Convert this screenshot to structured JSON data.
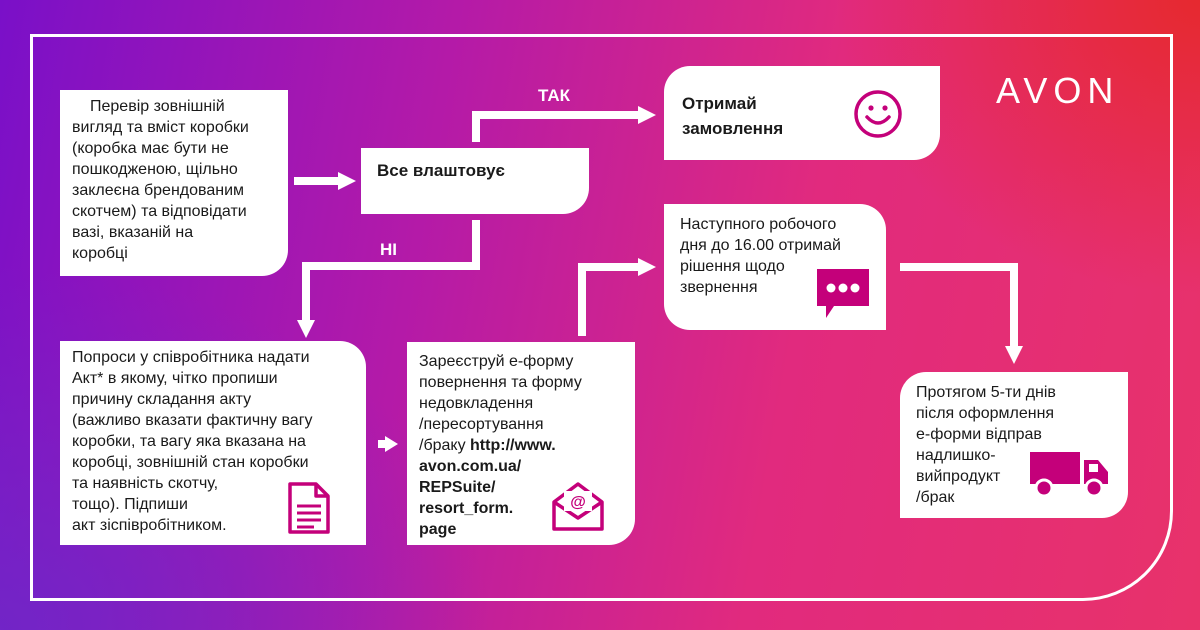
{
  "logo": "AVON",
  "labels": {
    "yes": "ТАК",
    "no": "НІ"
  },
  "boxes": {
    "check": "Перевір зовнішній\nвигляд та вміст коробки\n(коробка має бути не\nпошкодженою, щільно\nзаклеєна брендованим\nскотчем) та відповідати\nвазі, вказаній на\nкоробці",
    "all_ok": "Все влаштовує",
    "receive": "Отримай\nзамовлення",
    "decision": "Наступного робочого\nдня до 16.00 отримай\nрішення щодо\nзвернення",
    "act": "Попроси у співробітника надати\nАкт* в якому, чітко пропиши\nпричину складання акту\n(важливо вказати фактичну вагу\nкоробки, та вагу яка вказана на\nкоробці, зовнішній стан коробки\nта наявність скотчу,\nтощо). Підпиши\nакт зіспівробітником.",
    "register_text": "Зареєструй е-форму\nповернення та форму\nнедовкладення\n/пересортування\n/браку ",
    "register_link": "http://www.\navon.com.ua/\nREPSuite/\nresort_form.\npage",
    "send": "Протягом 5-ти днів\nпісля оформлення\nе-форми відправ\nнадлишко-\nвийпродукт\n/брак"
  },
  "colors": {
    "accent": "#c4007a",
    "white": "#ffffff"
  },
  "icons": [
    "smile-icon",
    "chat-bubble-icon",
    "document-icon",
    "email-envelope-icon",
    "truck-icon"
  ]
}
